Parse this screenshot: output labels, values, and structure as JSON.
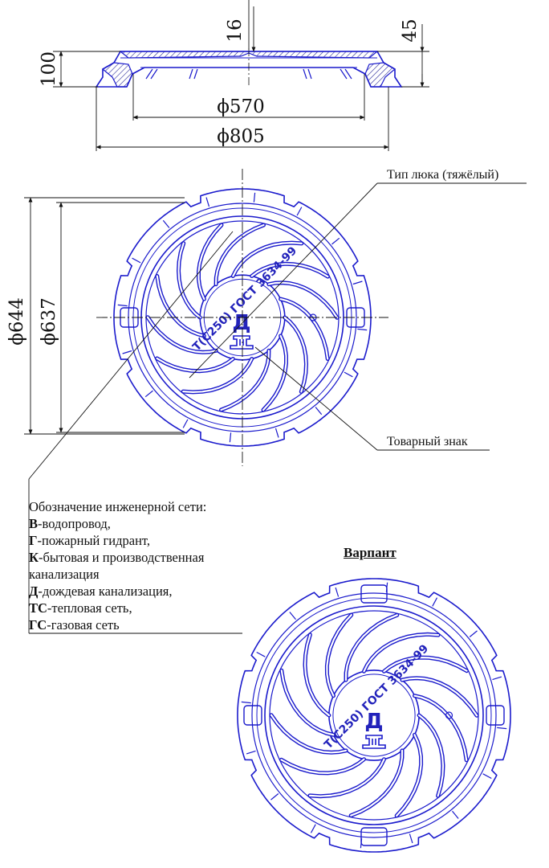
{
  "section_view": {
    "dim_top": "16",
    "dim_right": "45",
    "dim_height": "100",
    "dim_inner": "ϕ570",
    "dim_outer": "ϕ805"
  },
  "plan_view": {
    "dim_outer": "ϕ644",
    "dim_inner": "ϕ637",
    "callout_type": "Тип люка (тяжёлый)",
    "callout_trademark": "Товарный знак",
    "cover_marking": "Т(С250) ГОСТ 3634-99",
    "network_letter": "Д"
  },
  "legend": {
    "heading": "Обозначение инженерной сети:",
    "items": [
      {
        "code": "В",
        "text": "-водопровод,"
      },
      {
        "code": "Г",
        "text": "-пожарный гидрант,"
      },
      {
        "code": "К",
        "text": "-бытовая и производственная"
      },
      {
        "code": "",
        "text": "канализация"
      },
      {
        "code": "Д",
        "text": "-дождевая канализация,"
      },
      {
        "code": "ТС",
        "text": "-тепловая сеть,"
      },
      {
        "code": "ГС",
        "text": "-газовая сеть"
      }
    ]
  },
  "variant": {
    "title": "Варпант",
    "cover_marking": "Т(С250) ГОСТ 3634-99",
    "network_letter": "Д"
  },
  "colors": {
    "line_dark": "#111111",
    "line_blue": "#1a1acc",
    "hatch": "#2a2a99"
  }
}
